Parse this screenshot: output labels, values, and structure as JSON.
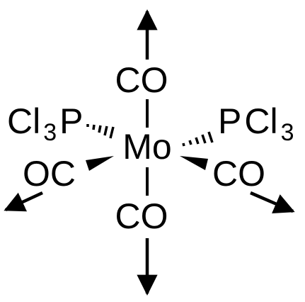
{
  "diagram": {
    "center_atom": "Mo",
    "ligands": {
      "top_carbonyl": "CO",
      "bottom_carbonyl": "CO",
      "left_phosphine": {
        "main": "Cl",
        "subscript": "3",
        "atom": "P"
      },
      "right_phosphine": {
        "atom": "P",
        "main": "Cl",
        "subscript": "3"
      },
      "left_carbonyl": "OC",
      "right_carbonyl": "CO"
    },
    "colors": {
      "ink": "#000000",
      "background": "#ffffff"
    }
  }
}
